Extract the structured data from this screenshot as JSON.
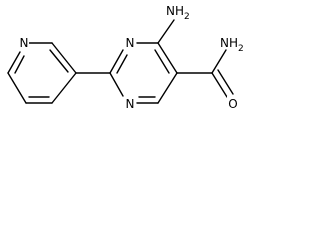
{
  "molecule": {
    "atoms": {
      "pyridine_n": "N",
      "pyrimidine_n_top": "N",
      "pyrimidine_n_bottom": "N",
      "amino": "NH",
      "amino_sub": "2",
      "amide_n": "NH",
      "amide_n_sub": "2",
      "carbonyl_o": "O"
    }
  }
}
